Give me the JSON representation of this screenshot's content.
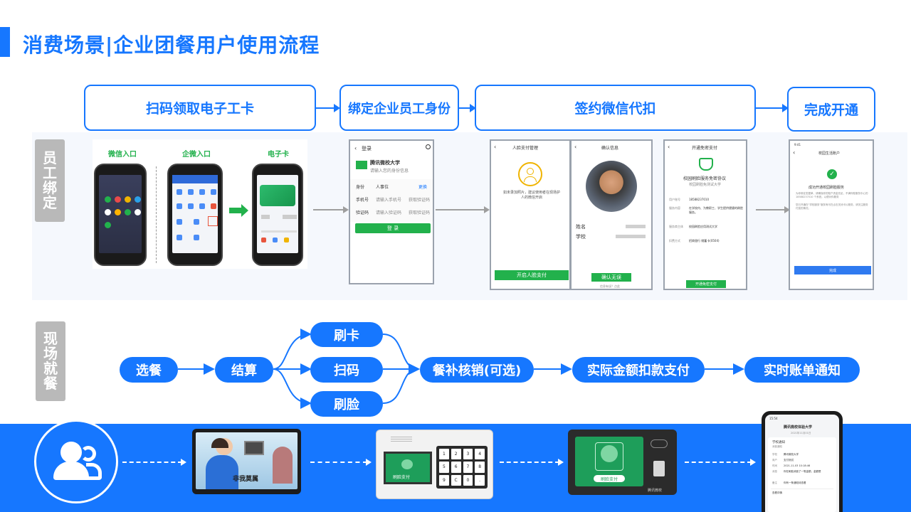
{
  "page": {
    "title": "消费场景|企业团餐用户使用流程"
  },
  "section_labels": {
    "bind": "员工绑定",
    "onsite": "现场就餐"
  },
  "bind_steps": [
    "扫码领取电子工卡",
    "绑定企业员工身份",
    "签约微信代扣",
    "完成开通"
  ],
  "entry_labels": {
    "wechat": "微信入口",
    "wecom": "企微入口",
    "ecard": "电子卡"
  },
  "login_screen": {
    "header": "登录",
    "org": "腾讯微校大学",
    "org_sub": "请输入您的身份信息",
    "rows": [
      {
        "label": "身份",
        "value": "人事位",
        "action": "更换"
      },
      {
        "label": "手机号",
        "value": "请输入手机号",
        "action": "获取验证码"
      },
      {
        "label": "验证码",
        "value": "请输入验证码",
        "action": "获取验证码"
      }
    ],
    "button": "登 录"
  },
  "face_screen": {
    "header": "人脸支付管理",
    "notice": "如未录加照片，建议使用者在现场护人的微信开启",
    "button": "开启人脸支付"
  },
  "confirm_screen": {
    "header": "确认信息",
    "rows": [
      {
        "label": "姓名"
      },
      {
        "label": "学校"
      }
    ],
    "button": "确认无误",
    "footnote": "信息有误？点此"
  },
  "agreement_screen": {
    "header": "开通免密支付",
    "title": "校园刷脸服务免密协议",
    "subtitle": "校园刷脸免测试大学",
    "rows": [
      {
        "label": "用户账号",
        "value": "18588237010"
      },
      {
        "label": "服务内容",
        "value": "在学校内、为教职工、学生提供便捷的刷脸服务。"
      },
      {
        "label": "服务商主体",
        "value": "校园刷脸应用测试大学"
      },
      {
        "label": "扣费方式",
        "value": "招商银行 储蓄卡(0504)"
      }
    ],
    "button": "开通免密支付"
  },
  "success_screen": {
    "time": "9:41",
    "header": "校园生活账户",
    "title": "成功开通校园刷脸服务",
    "desc": "为你绑定发掘单，请确保你的账户资金充足，不满你账服务中心的 18588237010 个系统，以便对你服务",
    "desc2": "您已开通在“学校服务”服务有可在点击关闭卡片服务，请关注服务付费的情况。",
    "button": "完成"
  },
  "flow": {
    "nodes": [
      "选餐",
      "结算",
      "刷卡",
      "扫码",
      "刷脸",
      "餐补核销(可选)",
      "实际金额扣款支付",
      "实时账单通知"
    ]
  },
  "devices": {
    "tablet_caption": "非我莫属",
    "keypad_keys": [
      "1",
      "2",
      "3",
      "4",
      "5",
      "6",
      "7",
      "8",
      "9",
      "C",
      "0",
      "."
    ],
    "keypad_screen": "刷脸支付",
    "facepay_screen": "刷脸支付",
    "facepay_brand": "腾讯微校",
    "bill_phone": {
      "time": "15:54",
      "header": "腾讯微校体验大学",
      "date": "2021年11月01日",
      "card_title": "学校通知",
      "card_sub": "消费通知",
      "rows": [
        {
          "label": "学校",
          "value": "腾讯微校大学"
        },
        {
          "label": "商户",
          "value": "支付测试"
        },
        {
          "label": "时间",
          "value": "2021-11-03 10:18:46"
        },
        {
          "label": "消息",
          "value": "你在刷脸消费了一笔金额，金额是"
        },
        {
          "label": "备注",
          "value": "你有一条通知待查看"
        }
      ],
      "footer": "查看详情"
    }
  },
  "colors": {
    "brand_blue": "#1677ff",
    "green": "#22b14c",
    "gray_label": "#b9b9b9"
  }
}
